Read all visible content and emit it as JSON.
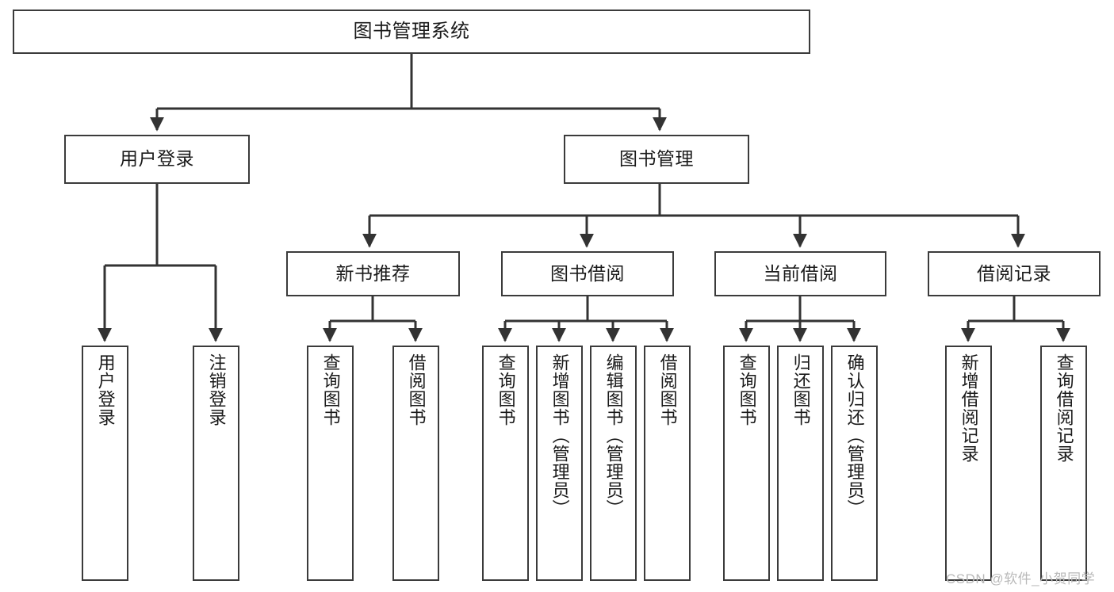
{
  "diagram": {
    "title": "图书管理系统",
    "watermark": "CSDN @软件_小贺同学",
    "colors": {
      "box_border": "#3b3b3b",
      "connector": "#333333",
      "background": "#ffffff",
      "text": "#1a1a1a",
      "watermark": "#b9b9b9"
    },
    "levels": {
      "level1": [
        {
          "id": "root",
          "label": "图书管理系统"
        }
      ],
      "level2": [
        {
          "id": "user-login",
          "label": "用户登录"
        },
        {
          "id": "book-manage",
          "label": "图书管理"
        }
      ],
      "level3": [
        {
          "id": "new-book-rec",
          "label": "新书推荐"
        },
        {
          "id": "book-borrow",
          "label": "图书借阅"
        },
        {
          "id": "current-borrow",
          "label": "当前借阅"
        },
        {
          "id": "borrow-record",
          "label": "借阅记录"
        }
      ],
      "level4": [
        {
          "id": "leaf-user-login",
          "label": "用户登录",
          "parent": "user-login"
        },
        {
          "id": "leaf-logout",
          "label": "注销登录",
          "parent": "user-login"
        },
        {
          "id": "leaf-query-book-1",
          "label": "查询图书",
          "parent": "new-book-rec"
        },
        {
          "id": "leaf-borrow-book-1",
          "label": "借阅图书",
          "parent": "new-book-rec"
        },
        {
          "id": "leaf-query-book-2",
          "label": "查询图书",
          "parent": "book-borrow"
        },
        {
          "id": "leaf-add-book",
          "label": "新增图书（管理员）",
          "parent": "book-borrow"
        },
        {
          "id": "leaf-edit-book",
          "label": "编辑图书（管理员）",
          "parent": "book-borrow"
        },
        {
          "id": "leaf-borrow-book-2",
          "label": "借阅图书",
          "parent": "book-borrow"
        },
        {
          "id": "leaf-query-book-3",
          "label": "查询图书",
          "parent": "current-borrow"
        },
        {
          "id": "leaf-return-book",
          "label": "归还图书",
          "parent": "current-borrow"
        },
        {
          "id": "leaf-confirm-return",
          "label": "确认归还（管理员）",
          "parent": "current-borrow"
        },
        {
          "id": "leaf-add-record",
          "label": "新增借阅记录",
          "parent": "borrow-record"
        },
        {
          "id": "leaf-query-record",
          "label": "查询借阅记录",
          "parent": "borrow-record"
        }
      ]
    }
  }
}
